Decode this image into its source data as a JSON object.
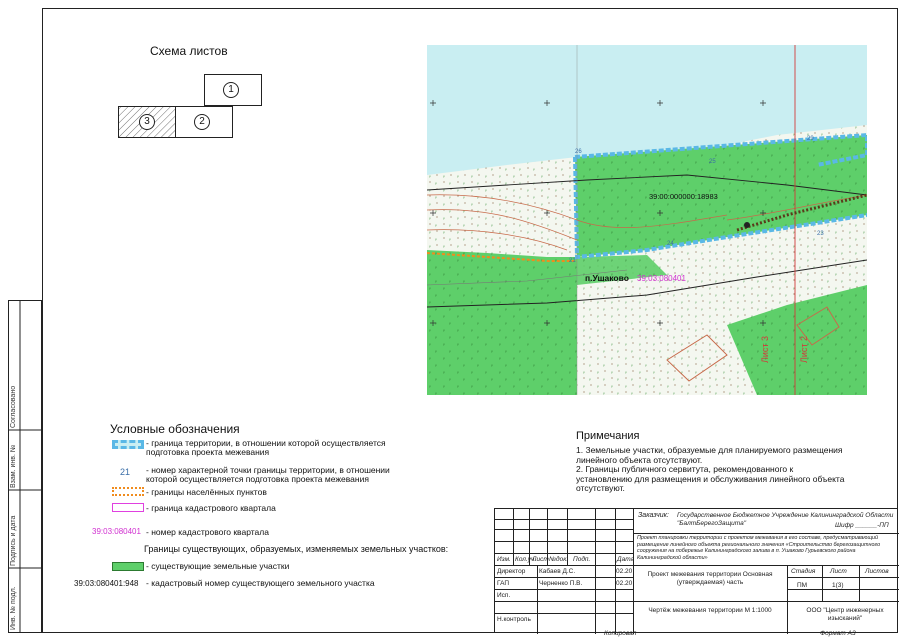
{
  "scheme": {
    "title": "Схема листов",
    "sheets": [
      "1",
      "2",
      "3"
    ]
  },
  "map": {
    "settlement_label": "п.Ушаково",
    "quarter_label": "39:03:080401",
    "parcel_label": "39:00:000000:18983",
    "sheet_labels": [
      "Лист 3",
      "Лист 2"
    ],
    "point_numbers": [
      "26",
      "25",
      "29",
      "21",
      "23",
      "24"
    ],
    "colors": {
      "water": "#c9eef2",
      "parcel": "#5ecf6a",
      "boundary": "#5ab8e6",
      "settlement": "#f08c1e",
      "quarter": "#e040e0",
      "contour": "#c76a4a"
    }
  },
  "legend": {
    "title": "Условные обозначения",
    "items": [
      {
        "swatch": "",
        "text": "- граница территории, в отношении которой осуществляется подготовка проекта межевания"
      },
      {
        "swatch": "21",
        "text": "- номер характерной точки границы территории, в отношении которой осуществляется подготовка проекта межевания"
      },
      {
        "swatch": "",
        "text": "- границы населённых пунктов"
      },
      {
        "swatch": "",
        "text": "- граница кадастрового квартала"
      },
      {
        "swatch": "39:03:080401",
        "text": "- номер кадастрового квартала"
      }
    ],
    "subtitle": "Границы существующих, образуемых, изменяемых земельных участков:",
    "items2": [
      {
        "swatch": "",
        "text": "- существующие земельные участки"
      },
      {
        "swatch": "39:03:080401:948",
        "text": "- кадастровый номер существующего земельного участка"
      }
    ]
  },
  "notes": {
    "title": "Примечания",
    "lines": [
      "1. Земельные участки, образуемые для планируемого размещения линейного объекта отсутствуют.",
      "2. Границы публичного сервитута, рекомендованного к установлению для размещения и обслуживания линейного объекта отсутствуют."
    ]
  },
  "left_strip": {
    "labels": [
      "Согласовано",
      "Взам. инв. №",
      "Подпись и дата",
      "Инв. № подл."
    ]
  },
  "stamp": {
    "customer_label": "Заказчик:",
    "customer": "Государственное Бюджетное Учреждение Калининградской Области \"БалтБерегоЗащита\"",
    "code": "Шифр ______-ПП",
    "project_desc": "Проект планировки территории с проектом межевания в его составе, предусматривающий размещение линейного объекта регионального значения «Строительство берегозащитного сооружения на побережье Калининградского залива в п. Ушаково Гурьевского района Калининградской области»",
    "headers": [
      "Изм.",
      "Кол.уч.",
      "Лист",
      "№док.",
      "Подп.",
      "Дата"
    ],
    "rows": [
      {
        "role": "Директор",
        "name": "Кабаев Д.С.",
        "date": "02.20"
      },
      {
        "role": "ГАП",
        "name": "Черненко П.В.",
        "date": "02.20"
      },
      {
        "role": "Исп.",
        "name": "",
        "date": ""
      },
      {
        "role": "Н.контроль",
        "name": "",
        "date": ""
      }
    ],
    "section": "Проект межевания территории Основная (утверждаемая) часть",
    "stage_headers": [
      "Стадия",
      "Лист",
      "Листов"
    ],
    "stage_values": [
      "ПМ",
      "1(3)",
      ""
    ],
    "drawing_title": "Чертёж межевания территории М 1:1000",
    "org": "ООО \"Центр инженерных изысканий\"",
    "copied": "Копировал",
    "format": "Формат А3"
  }
}
